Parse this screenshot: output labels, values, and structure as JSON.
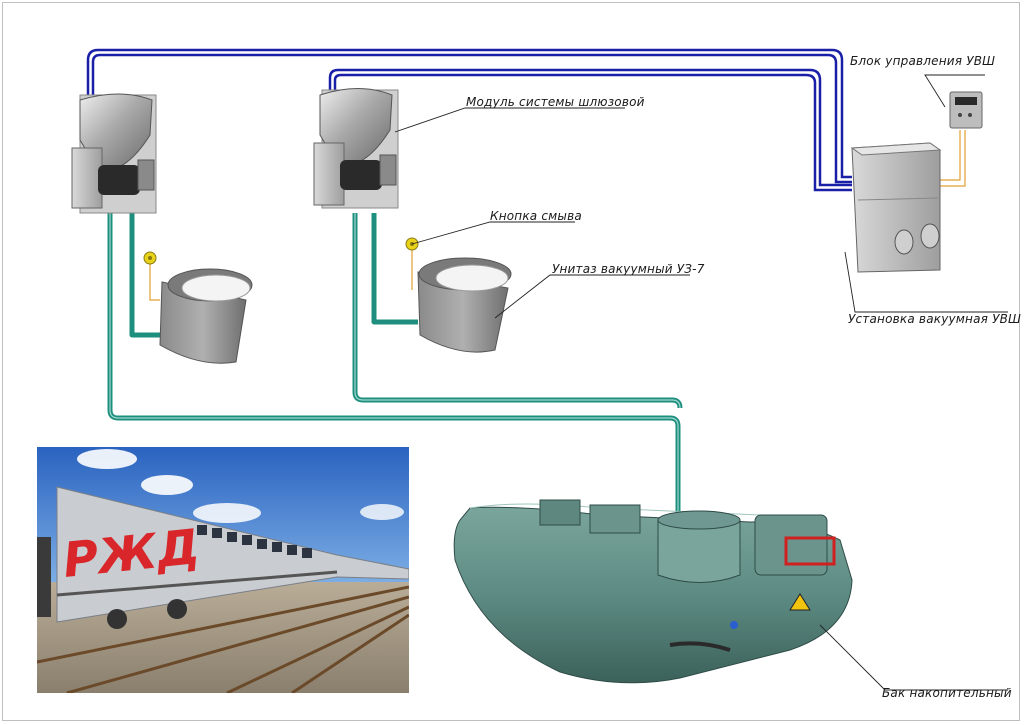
{
  "labels": {
    "control_unit": "Блок управления УВШ",
    "lock_module": "Модуль системы шлюзовой",
    "flush_button": "Кнопка смыва",
    "vacuum_toilet": "Унитаз вакуумный УЗ-7",
    "vacuum_unit": "Установка вакуумная УВШ",
    "storage_tank": "Бак накопительный"
  },
  "photo": {
    "logo_text": "РЖД"
  },
  "colors": {
    "vacuum_pipe": "#1a1fa8",
    "drain_pipe": "#1e8f7e",
    "signal_wire": "#e0a030",
    "leader_line": "#222222",
    "tank_body": "#5d8b83",
    "logo_red": "#d8262a",
    "sky": "#2f6fc7"
  }
}
